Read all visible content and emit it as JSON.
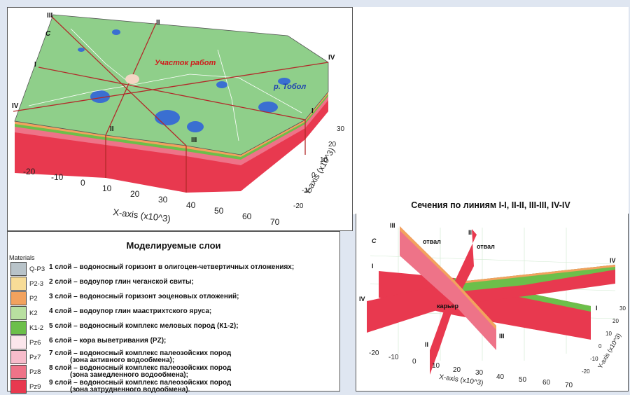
{
  "map_block": {
    "corners": {
      "iii": "III",
      "ii": "II",
      "iv_left": "IV",
      "iv_right": "IV",
      "i_left": "I",
      "i_right": "I",
      "ii_bottom": "II",
      "iii_bottom": "III"
    },
    "north": "С",
    "site_label": "Участок работ",
    "river_label": "р. Тобол",
    "x_axis_label": "X-axis (x10^3)",
    "x_ticks": [
      "-20",
      "-10",
      "0",
      "10",
      "20",
      "30",
      "40",
      "50",
      "60",
      "70"
    ],
    "y_axis_label": "Y-axis (x10^3)",
    "y_ticks": [
      "30",
      "20",
      "10",
      "0",
      "-10",
      "-20"
    ],
    "colors": {
      "map_green": "#8fcf8a",
      "road": "#e4463c",
      "lakes": "#3a6fd1"
    }
  },
  "sections": {
    "title": "Сечения по линиям I-I, II-II, III-III, IV-IV",
    "labels": {
      "iii": "III",
      "c": "С",
      "otval_left": "отвал",
      "ii_top": "II",
      "otval_right": "отвал",
      "i_left": "I",
      "iv_right": "IV",
      "iv_left": "IV",
      "karier": "карьер",
      "i_right": "I",
      "ii_bottom": "II",
      "iii_bottom": "III"
    },
    "x_axis_label": "X-axis (x10^3)",
    "x_ticks": [
      "-20",
      "-10",
      "0",
      "10",
      "20",
      "30",
      "40",
      "50",
      "60",
      "70"
    ],
    "y_axis_label": "Y-axis (x10^3)",
    "y_ticks": [
      "30",
      "20",
      "10",
      "0",
      "-10",
      "-20"
    ]
  },
  "legend": {
    "title": "Моделируемые слои",
    "materials_label": "Materials",
    "rows": [
      {
        "code": "Q-P3",
        "color": "#b8c3c9",
        "text": "1 слой – водоносный горизонт в олигоцен-четвертичных отложениях;",
        "sub": ""
      },
      {
        "code": "P2-3",
        "color": "#f7dc97",
        "text": "2 слой – водоупор глин чеганской свиты;",
        "sub": ""
      },
      {
        "code": "P2",
        "color": "#f2a25e",
        "text": "3 слой – водоносный горизонт эоценовых отложений;",
        "sub": ""
      },
      {
        "code": "K2",
        "color": "#b8e0a0",
        "text": "4 слой – водоупор глин маастрихтского яруса;",
        "sub": ""
      },
      {
        "code": "K1-2",
        "color": "#6cbf4a",
        "text": "5 слой – водоносный комплекс меловых пород (К1-2);",
        "sub": ""
      },
      {
        "code": "Pz6",
        "color": "#fbe6ec",
        "text": "6 слой – кора выветривания (PZ);",
        "sub": ""
      },
      {
        "code": "Pz7",
        "color": "#f7bccb",
        "text": "7 слой – водоносный комплекс палеозойских пород",
        "sub": "(зона активного водообмена);"
      },
      {
        "code": "Pz8",
        "color": "#ee7388",
        "text": "8 слой – водоносный комплекс палеозойских пород",
        "sub": "(зона замедленного водообмена);"
      },
      {
        "code": "Pz9",
        "color": "#e8394f",
        "text": "9 слой – водоносный комплекс палеозойских пород",
        "sub": "(зона затрудненного водообмена)."
      }
    ]
  }
}
